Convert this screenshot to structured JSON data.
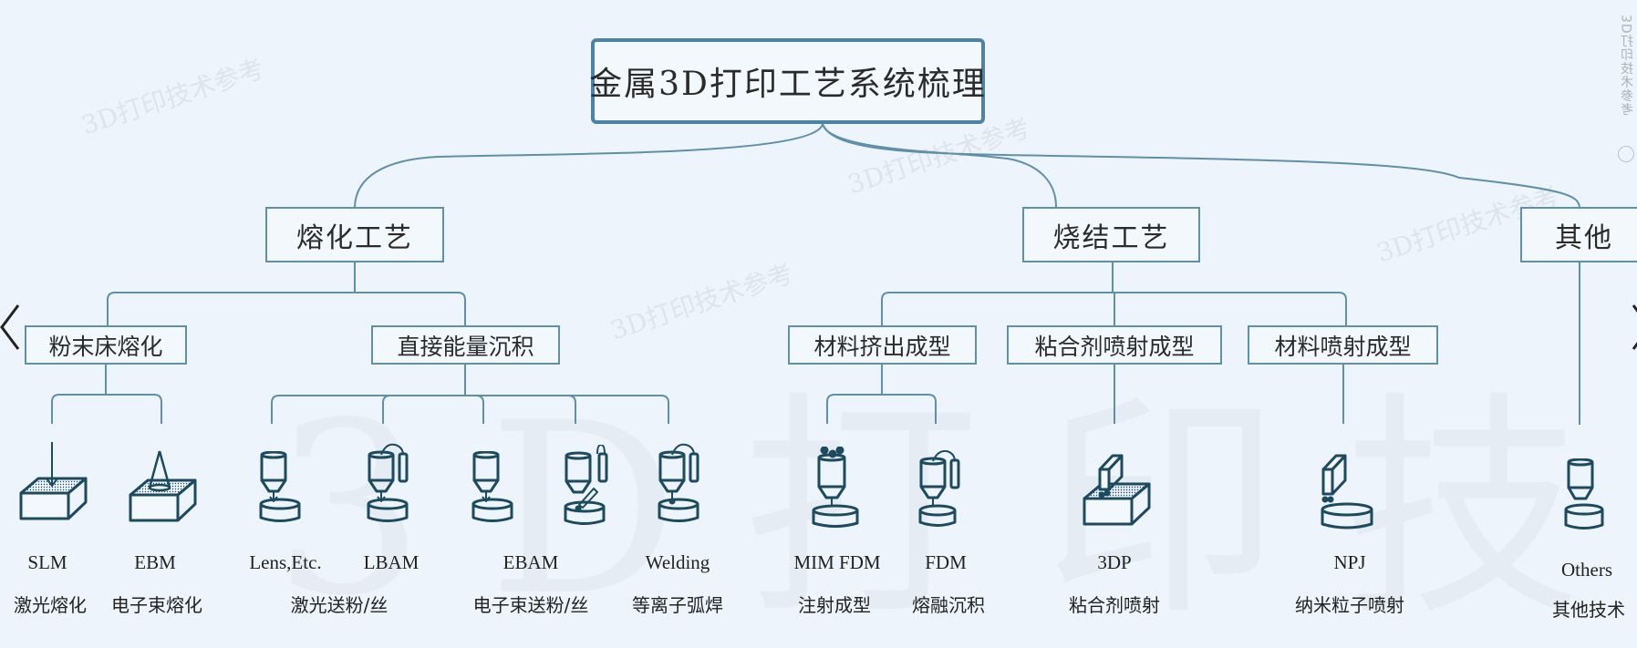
{
  "watermarks": {
    "brand": "3D打印技术参考",
    "large": "3D打印技术参考"
  },
  "root": {
    "label": "金属3D打印工艺系统梳理"
  },
  "categories": [
    {
      "label": "熔化工艺",
      "subcategories": [
        {
          "label": "粉末床熔化",
          "techniques": [
            {
              "abbr": "SLM",
              "name": "激光熔化",
              "icon": "powder-bed-laser-icon"
            },
            {
              "abbr": "EBM",
              "name": "电子束熔化",
              "icon": "powder-bed-electron-beam-icon"
            }
          ]
        },
        {
          "label": "直接能量沉积",
          "techniques": [
            {
              "abbr": "Lens,Etc.",
              "icon": "laser-powder-feed-icon"
            },
            {
              "abbr": "LBAM",
              "icon": "laser-wire-feed-icon"
            },
            {
              "abbr": "",
              "icon": "electron-beam-powder-feed-icon"
            },
            {
              "abbr": "",
              "icon": "electron-beam-wire-feed-icon"
            },
            {
              "abbr": "Welding",
              "name": "等离子弧焊",
              "icon": "plasma-arc-welding-icon"
            }
          ],
          "group_labels": [
            {
              "name": "激光送粉/丝"
            },
            {
              "abbr": "EBAM",
              "name": "电子束送粉/丝"
            }
          ]
        }
      ]
    },
    {
      "label": "烧结工艺",
      "subcategories": [
        {
          "label": "材料挤出成型",
          "techniques": [
            {
              "abbr": "MIM FDM",
              "name": "注射成型",
              "icon": "metal-injection-extruder-icon"
            },
            {
              "abbr": "FDM",
              "name": "熔融沉积",
              "icon": "fused-deposition-icon"
            }
          ]
        },
        {
          "label": "粘合剂喷射成型",
          "techniques": [
            {
              "abbr": "3DP",
              "name": "粘合剂喷射",
              "icon": "binder-jet-icon"
            }
          ]
        },
        {
          "label": "材料喷射成型",
          "techniques": [
            {
              "abbr": "NPJ",
              "name": "纳米粒子喷射",
              "icon": "nanoparticle-jet-icon"
            }
          ]
        }
      ]
    },
    {
      "label": "其他",
      "techniques": [
        {
          "abbr": "Others",
          "name": "其他技术",
          "icon": "other-technology-icon"
        }
      ]
    }
  ],
  "colors": {
    "background": "#eef4fb",
    "node_border": "#5f90a9",
    "root_border": "#4b82a6",
    "connector": "#5f90a9",
    "icon": "#1c4a5f"
  }
}
